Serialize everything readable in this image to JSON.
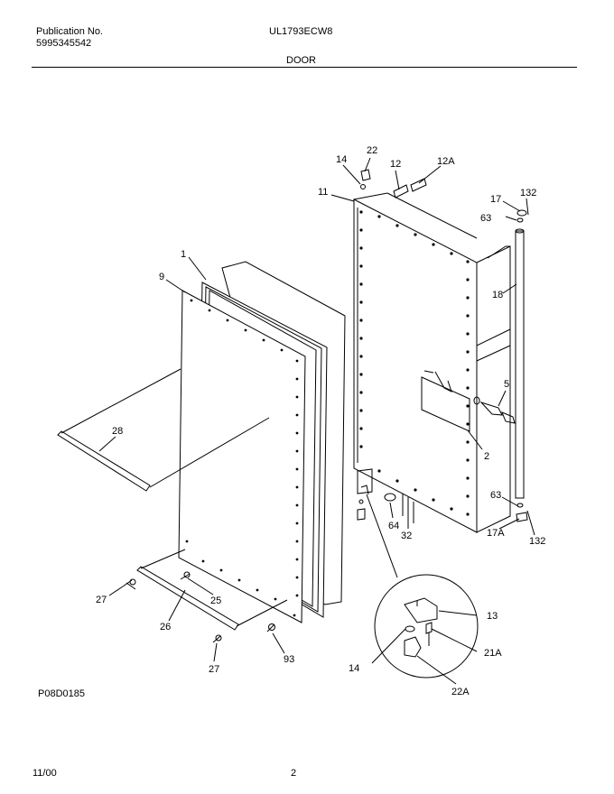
{
  "header": {
    "publication_label": "Publication No.",
    "publication_number": "5995345542",
    "model": "UL1793ECW8",
    "section": "DOOR"
  },
  "footer": {
    "figure_code": "P08D0185",
    "date": "11/00",
    "page": "2"
  },
  "callouts": {
    "c1": "1",
    "c9": "9",
    "c28": "28",
    "c27a": "27",
    "c25": "25",
    "c26": "26",
    "c27b": "27",
    "c93": "93",
    "c14a": "14",
    "c22": "22",
    "c12": "12",
    "c12A": "12A",
    "c11": "11",
    "c17": "17",
    "c132a": "132",
    "c63a": "63",
    "c18": "18",
    "c5": "5",
    "c2": "2",
    "c63b": "63",
    "c17A": "17A",
    "c132b": "132",
    "c64": "64",
    "c32": "32",
    "c13": "13",
    "c14b": "14",
    "c21A": "21A",
    "c22A": "22A"
  }
}
